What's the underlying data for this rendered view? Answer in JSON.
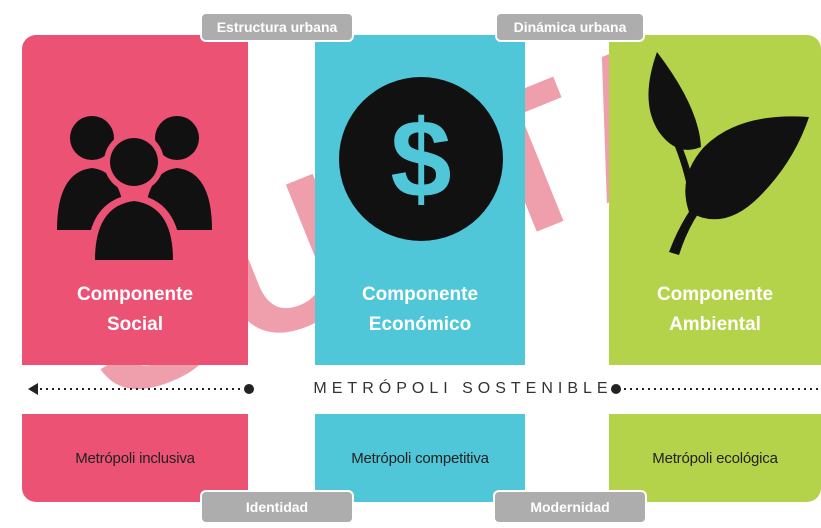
{
  "tags": {
    "top_left": "Estructura urbana",
    "top_right": "Dinámica urbana",
    "bottom_left": "Identidad",
    "bottom_right": "Modernidad"
  },
  "components": [
    {
      "line1": "Componente",
      "line2": "Social",
      "icon": "people-group-icon",
      "color": "#ec5274"
    },
    {
      "line1": "Componente",
      "line2": "Económico",
      "icon": "dollar-coin-icon",
      "color": "#4fc7d9"
    },
    {
      "line1": "Componente",
      "line2": "Ambiental",
      "icon": "leaf-icon",
      "color": "#b5d34a"
    }
  ],
  "center_line": {
    "label": "METRÓPOLI SOSTENIBLE"
  },
  "outcomes": [
    "Metrópoli inclusiva",
    "Metrópoli competitiva",
    "Metrópoli ecológica"
  ],
  "watermark": "SULTA"
}
